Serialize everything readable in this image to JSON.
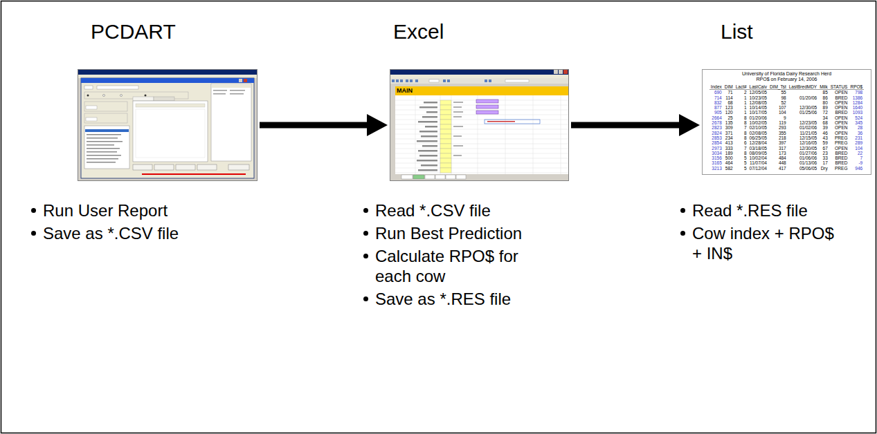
{
  "diagram": {
    "nodes": [
      {
        "text": [
          "PCDART"
        ]
      },
      {
        "text": [
          "Excel"
        ]
      },
      {
        "text": [
          "List"
        ]
      }
    ],
    "edges": [
      {
        "from": 0,
        "to": 1,
        "arrow": "to"
      },
      {
        "from": 1,
        "to": 2,
        "arrow": "to"
      }
    ],
    "labels": [
      "MAIN",
      "University of Florida Dairy Research Herd",
      "RPO$ on February 14, 2006",
      "Index",
      "DIM",
      "Lact#",
      "LastCalv",
      "DIM_Tst",
      "LastBredMDY",
      "Milk",
      "STATUS",
      "RPO$",
      "690",
      "71",
      "2",
      "12/05/05",
      "55",
      "85",
      "OPEN",
      "798",
      "714",
      "114",
      "1",
      "10/23/05",
      "98",
      "01/20/06",
      "86",
      "BRED",
      "1386",
      "832",
      "68",
      "1",
      "12/08/05",
      "52",
      "80",
      "OPEN",
      "1284",
      "877",
      "123",
      "1",
      "10/14/05",
      "107",
      "12/30/05",
      "89",
      "OPEN",
      "1640",
      "905",
      "120",
      "1",
      "10/17/05",
      "104",
      "01/25/06",
      "72",
      "BRED",
      "1093",
      "2664",
      "25",
      "8",
      "01/20/06",
      "9",
      "34",
      "OPEN",
      "524",
      "2678",
      "135",
      "8",
      "10/02/05",
      "119",
      "12/23/05",
      "68",
      "OPEN",
      "345",
      "2823",
      "309",
      "7",
      "02/10/05",
      "293",
      "01/02/06",
      "39",
      "OPEN",
      "28",
      "2824",
      "371",
      "8",
      "02/08/05",
      "355",
      "11/21/05",
      "46",
      "OPEN",
      "36",
      "2853",
      "234",
      "8",
      "06/25/05",
      "218",
      "12/15/05",
      "43",
      "PREG",
      "231",
      "2854",
      "413",
      "6",
      "12/28/04",
      "397",
      "12/16/05",
      "59",
      "PREG",
      "289",
      "2973",
      "333",
      "7",
      "03/18/05",
      "317",
      "12/30/05",
      "67",
      "OPEN",
      "104",
      "3034",
      "189",
      "8",
      "08/09/05",
      "173",
      "01/27/06",
      "23",
      "BRED",
      "22",
      "3156",
      "500",
      "5",
      "10/02/04",
      "484",
      "01/06/06",
      "33",
      "BRED",
      "7",
      "3165",
      "464",
      "5",
      "11/07/04",
      "448",
      "01/13/06",
      "17",
      "BRED",
      "-9",
      "3213",
      "582",
      "5",
      "07/12/04",
      "417",
      "05/06/05",
      "Dry",
      "PREG",
      "946",
      "Run User Report",
      "Save as *.CSV file",
      "Read *.CSV file",
      "Run Best Prediction",
      "Calculate RPO$ for each cow",
      "Save as *.RES file",
      "Read *.RES file",
      "Cow index + RPO$ + IN$"
    ]
  }
}
